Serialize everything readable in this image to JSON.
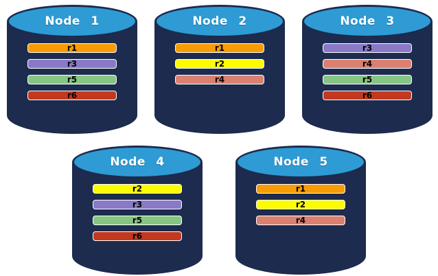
{
  "colors": {
    "background": "#FFFFFF",
    "cylinder_body": "#1C2B4E",
    "cylinder_top_fill": "#2E9BD5",
    "cylinder_outline": "#1C2B4E",
    "node_label_text": "#FFFFFF",
    "bar_text": "#000000",
    "bar_border": "#FFFFFF"
  },
  "replica_colors": {
    "r1": "#F89C05",
    "r2": "#FCFC00",
    "r3": "#8979C6",
    "r4": "#D98070",
    "r5": "#87C585",
    "r6": "#C23920"
  },
  "nodes": [
    {
      "label": "Node 1",
      "replicas": [
        "r1",
        "r3",
        "r5",
        "r6"
      ]
    },
    {
      "label": "Node 2",
      "replicas": [
        "r1",
        "r2",
        "r4"
      ]
    },
    {
      "label": "Node 3",
      "replicas": [
        "r3",
        "r4",
        "r5",
        "r6"
      ]
    },
    {
      "label": "Node 4",
      "replicas": [
        "r2",
        "r3",
        "r5",
        "r6"
      ]
    },
    {
      "label": "Node 5",
      "replicas": [
        "r1",
        "r2",
        "r4"
      ]
    }
  ]
}
